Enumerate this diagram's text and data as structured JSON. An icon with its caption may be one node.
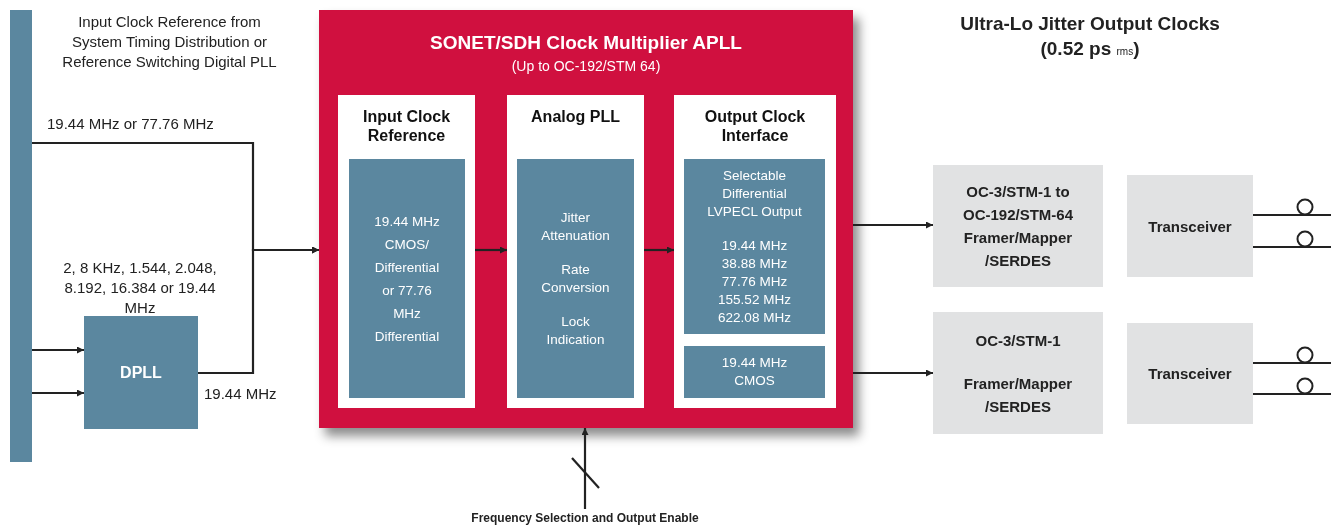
{
  "diagram": {
    "nodes": [
      {
        "text": [],
        "shape": "bar"
      },
      {
        "text": [
          "SONET/SDH Clock Multiplier APLL",
          "(Up to OC-192/STM 64)"
        ]
      },
      {
        "text": [
          "Input Clock Reference"
        ],
        "in": 1
      },
      {
        "text": [
          "19.44 MHz CMOS/ Differential or 77.76 MHz Differential"
        ],
        "in": 2
      },
      {
        "text": [
          "Analog PLL"
        ],
        "in": 1
      },
      {
        "text": [
          "Jitter Attenuation",
          "Rate Conversion",
          "Lock Indication"
        ],
        "in": 4
      },
      {
        "text": [
          "Output Clock Interface"
        ],
        "in": 1
      },
      {
        "text": [
          "Selectable Differential LVPECL Output",
          "19.44 MHz 38.88 MHz 77.76 MHz 155.52 MHz 622.08 MHz"
        ],
        "in": 6
      },
      {
        "text": [
          "19.44 MHz CMOS"
        ],
        "in": 6
      },
      {
        "text": [
          "DPLL"
        ]
      },
      {
        "text": [
          "OC-3/STM-1 to OC-192/STM-64 Framer/Mapper /SERDES"
        ]
      },
      {
        "text": [
          "OC-3/STM-1",
          "Framer/Mapper /SERDES"
        ]
      },
      {
        "text": [
          "Transceiver"
        ]
      },
      {
        "text": [
          "Transceiver"
        ]
      },
      {
        "text": [
          "Frequency Selection and Output Enable"
        ]
      }
    ],
    "edges": [
      {
        "from": 0,
        "to": 1,
        "arrow": "to",
        "label": "19.44 MHz or 77.76 MHz"
      },
      {
        "from": 0,
        "to": 9,
        "arrow": "to"
      },
      {
        "from": 0,
        "to": 9,
        "arrow": "to"
      },
      {
        "from": 9,
        "to": 1,
        "arrow": "to",
        "label": "19.44 MHz"
      },
      {
        "from": 2,
        "to": 4,
        "arrow": "to"
      },
      {
        "from": 4,
        "to": 6,
        "arrow": "to"
      },
      {
        "from": 1,
        "to": 10,
        "arrow": "to"
      },
      {
        "from": 1,
        "to": 11,
        "arrow": "to"
      },
      {
        "from": 14,
        "to": 1,
        "arrow": "to"
      },
      {
        "from": 12,
        "to": null,
        "arrow": "none"
      },
      {
        "from": 12,
        "to": null,
        "arrow": "none"
      },
      {
        "from": 13,
        "to": null,
        "arrow": "none"
      },
      {
        "from": 13,
        "to": null,
        "arrow": "none"
      }
    ],
    "labels": [
      "Input Clock Reference from System Timing Distribution or Reference Switching Digital PLL",
      "2, 8 KHz, 1.544, 2.048, 8.192, 16.384 or 19.44 MHz",
      "Ultra-Lo Jitter Output Clocks (0.52 ps $_{rms}$)"
    ]
  }
}
